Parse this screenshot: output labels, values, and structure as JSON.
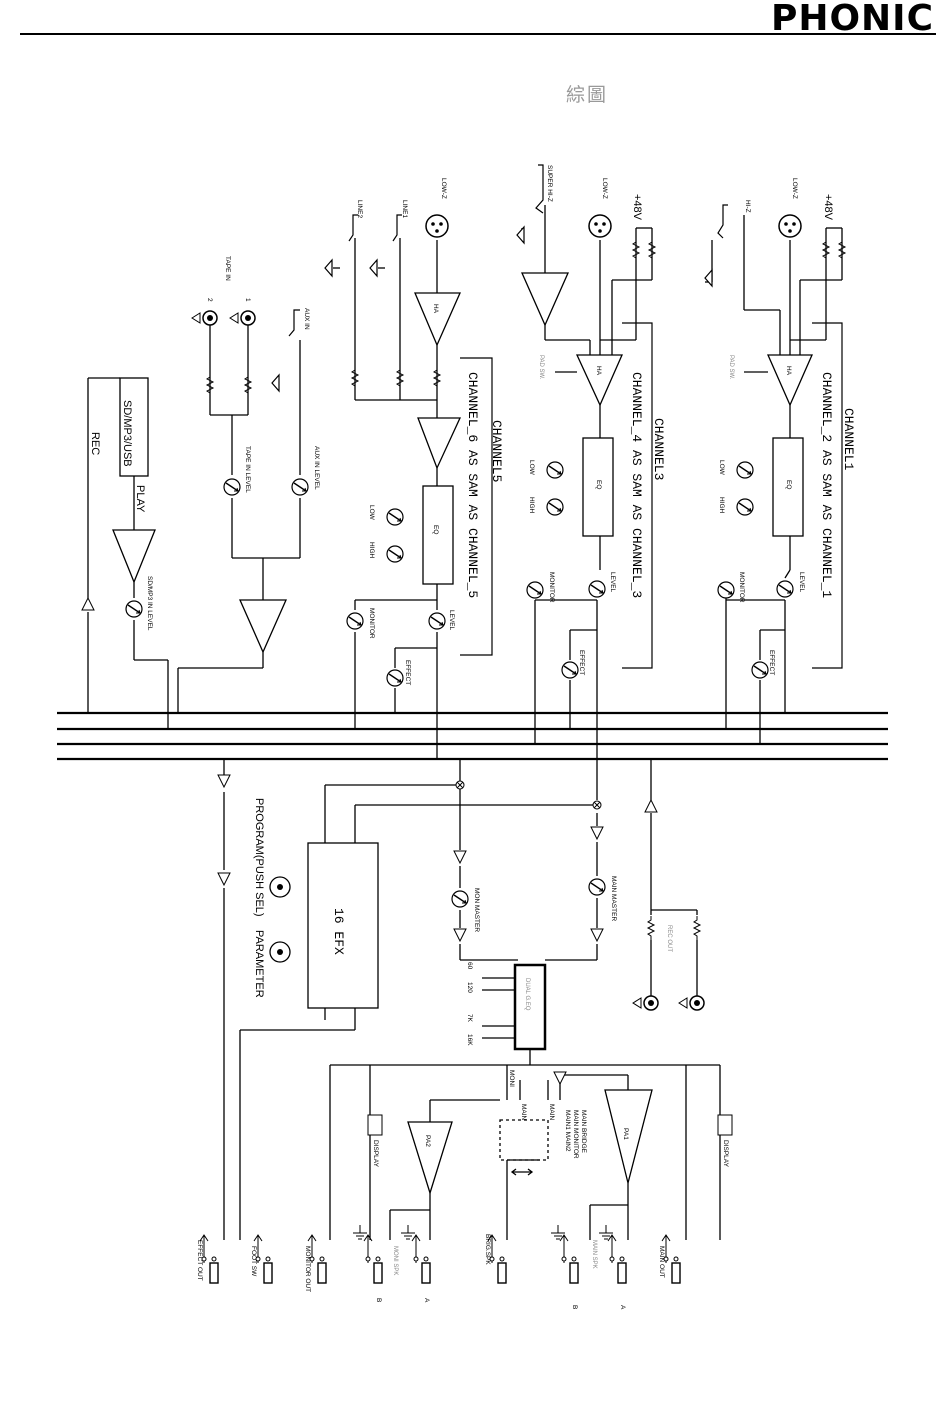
{
  "header": {
    "brand": "PHONIC",
    "title_cjk": "綜圖"
  },
  "channels": {
    "ch1_title": "CHANNEL1",
    "ch1_note": "CHANNEL_2 AS SAM AS CHANNEL_1",
    "ch3_title": "CHANNEL3",
    "ch3_note": "CHANNEL_4 AS SAM AS CHANNEL_3",
    "ch5_title": "CHANNEL5",
    "ch5_note": "CHANNEL_6 AS SAM AS CHANNEL_5"
  },
  "labels": {
    "low_z": "LOW-Z",
    "hi_z": "HI-Z",
    "super_hi_z": "SUPER HI-Z",
    "phantom": "+48V",
    "ha": "HA",
    "eq": "EQ",
    "low": "LOW",
    "high": "HIGH",
    "level": "LEVEL",
    "monitor": "MONITOR",
    "effect": "EFFECT",
    "pad_sw": "PAD SW.",
    "line1": "LINE1",
    "line2": "LINE2",
    "aux_in": "AUX IN",
    "aux_in_level": "AUX IN LEVEL",
    "tape_in": "TAPE IN",
    "tape_in_level": "TAPE IN LEVEL",
    "tape_1": "1",
    "tape_2": "2",
    "sd_box": "SD/MP3/USB",
    "rec": "REC",
    "play": "PLAY",
    "sd_level": "SD/MP3 IN LEVEL",
    "program": "PROGRAM(PUSH SEL)",
    "parameter": "PARAMETER",
    "efx": "16 EFX",
    "mon_master": "MON MASTER",
    "main_master": "MAIN MASTER",
    "rec_out": "REC OUT",
    "geq": "DUAL G.EQ",
    "f60": "60",
    "f120": "120",
    "f7k": "7K",
    "f16k": "16K",
    "moni": "MONI",
    "main": "MAIN",
    "main_bridge": "MAIN BRIDGE",
    "main_monitor": "MAIN MONITOR",
    "main1_main2": "MAIN1 MAIN2",
    "pa1": "PA1",
    "pa2": "PA2",
    "display": "DISPLAY",
    "effect_out": "EFFECT OUT",
    "foot_sw": "FOOT SW",
    "monitor_out": "MONITOR OUT",
    "moni_spk": "MONI SPK",
    "brig_spk": "BRIG.SPK",
    "main_spk": "MAIN SPK",
    "main_out": "MAIN OUT",
    "a": "A",
    "b": "B"
  }
}
